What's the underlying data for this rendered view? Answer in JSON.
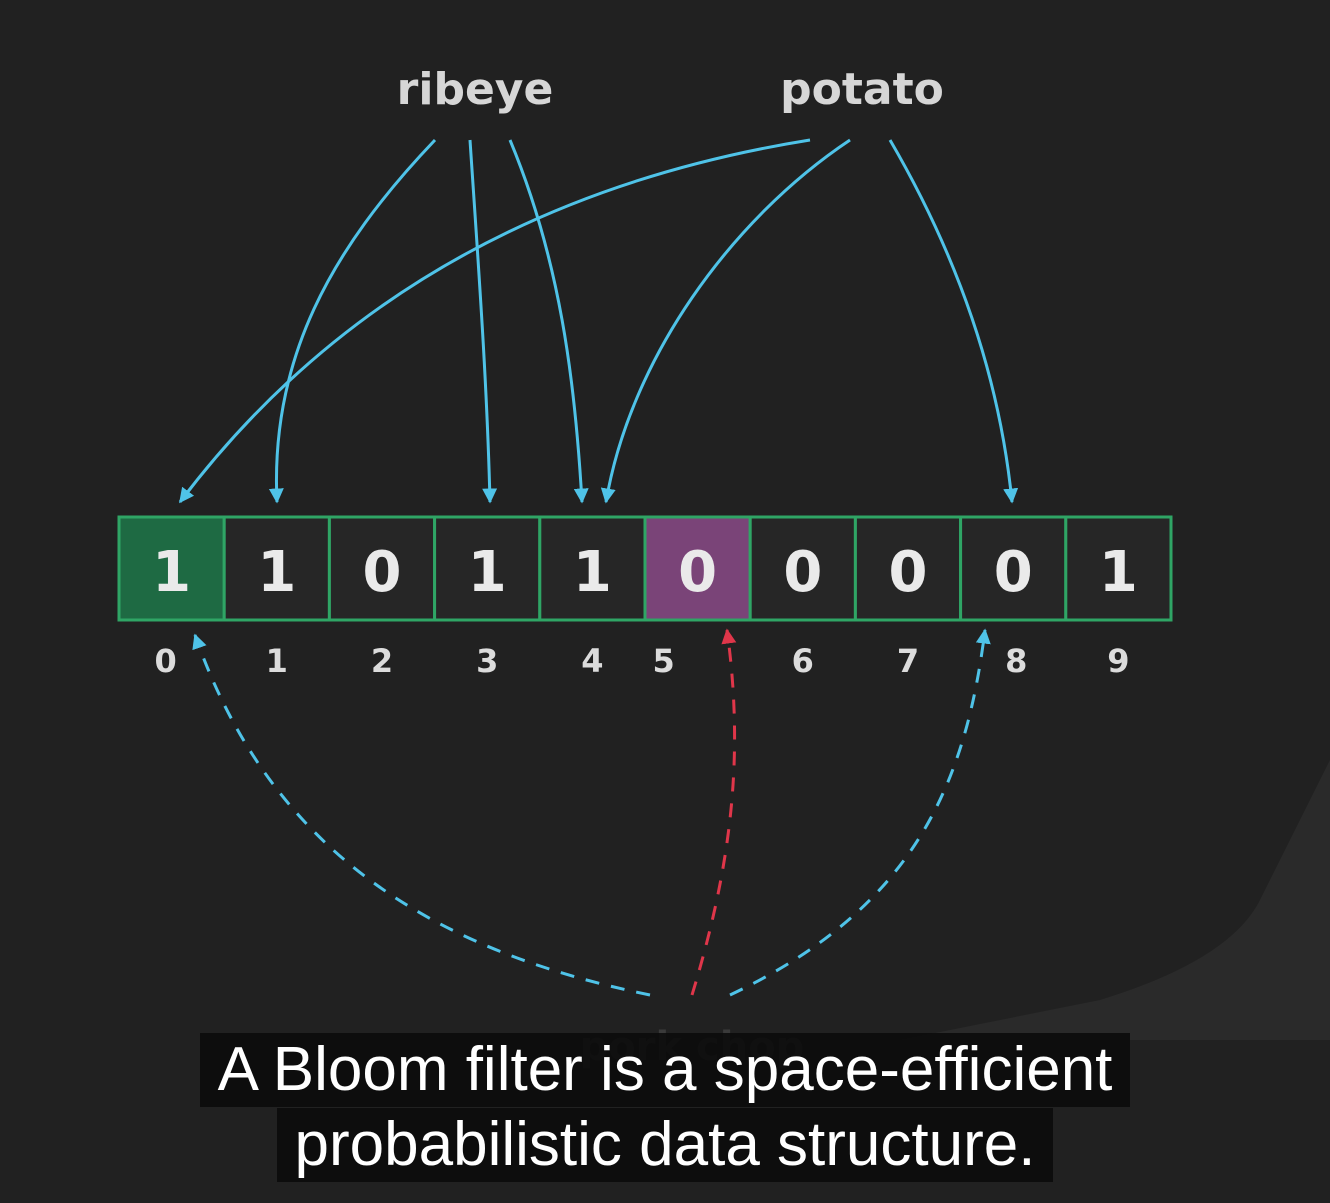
{
  "diagram": {
    "inserted_words": [
      "ribeye",
      "potato"
    ],
    "query_word": "pork chop",
    "bits": [
      "1",
      "1",
      "0",
      "1",
      "1",
      "0",
      "0",
      "0",
      "0",
      "1"
    ],
    "indices": [
      "0",
      "1",
      "2",
      "3",
      "4",
      "5",
      "6",
      "7",
      "8",
      "9"
    ],
    "highlighted_set_index": 0,
    "highlighted_query_index": 5
  },
  "colors": {
    "background": "#212121",
    "cell_border": "#2fa565",
    "cell_fill": "#262626",
    "cell_highlight_green": "#1e6a43",
    "cell_highlight_purple": "#7a4478",
    "arrow_blue": "#4fc3e8",
    "arrow_red": "#e0364a"
  },
  "caption": {
    "line1": "A Bloom filter is a space-efficient",
    "line2": "probabilistic data structure."
  }
}
